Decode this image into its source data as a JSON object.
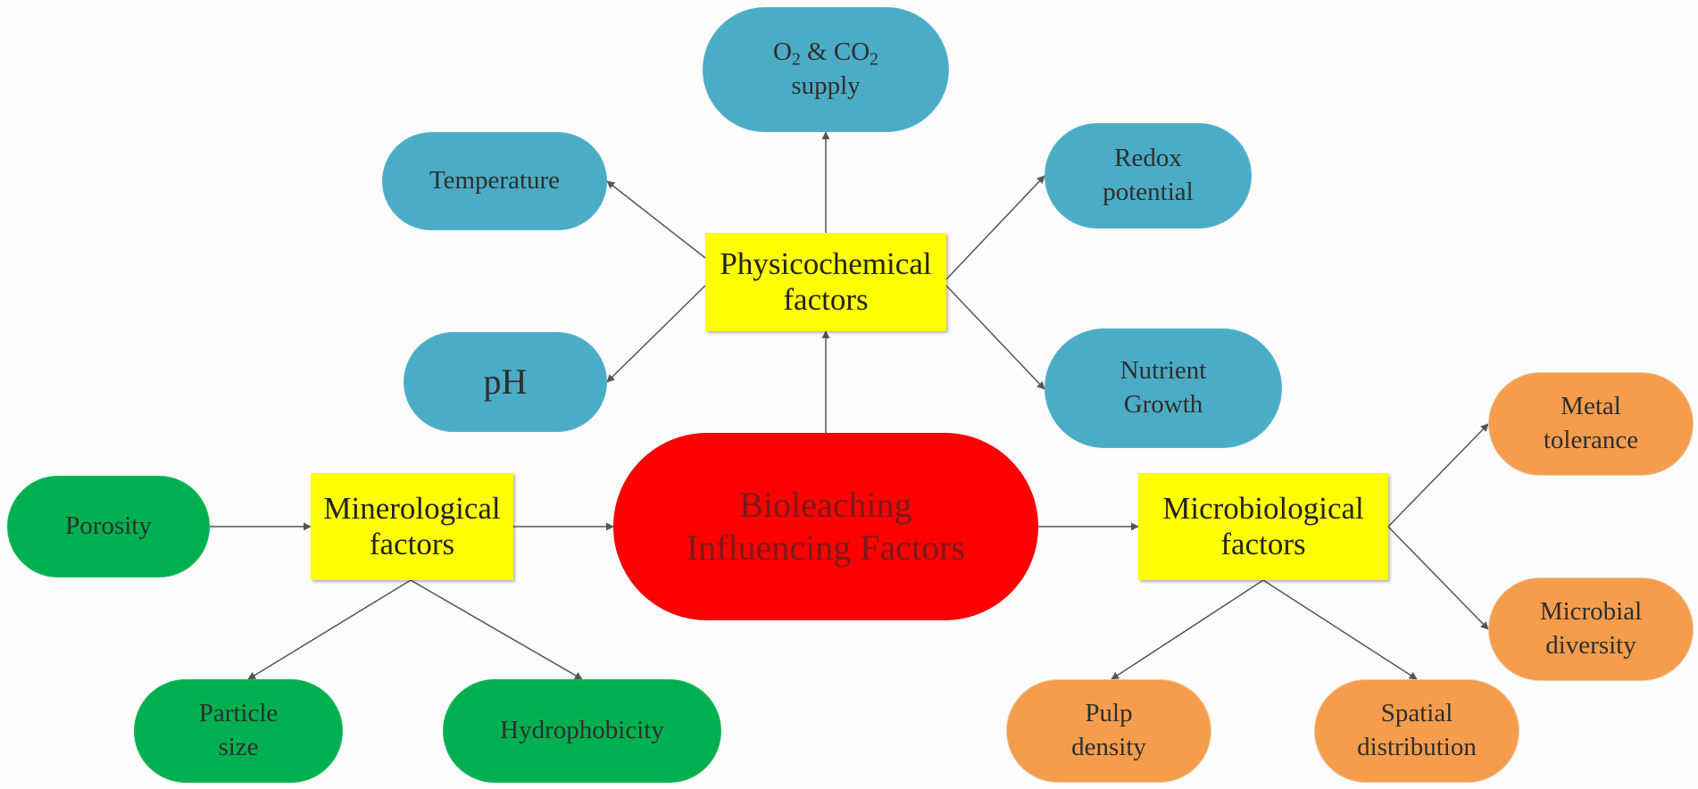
{
  "center": {
    "line1": "Bioleaching",
    "line2": "Influencing Factors"
  },
  "categories": {
    "physicochemical": {
      "line1": "Physicochemical",
      "line2": "factors"
    },
    "minerological": {
      "line1": "Minerological",
      "line2": "factors"
    },
    "microbiological": {
      "line1": "Microbiological",
      "line2": "factors"
    }
  },
  "physicochemical_factors": {
    "o2_co2": {
      "o": "O",
      "sub1": "2",
      "amp": " & CO",
      "sub2": "2",
      "line2": "supply"
    },
    "temperature": "Temperature",
    "redox": {
      "line1": "Redox",
      "line2": "potential"
    },
    "ph": "pH",
    "nutrient": {
      "line1": "Nutrient",
      "line2": "Growth"
    }
  },
  "minerological_factors": {
    "porosity": "Porosity",
    "particle_size": {
      "line1": "Particle",
      "line2": "size"
    },
    "hydrophobicity": "Hydrophobicity"
  },
  "microbiological_factors": {
    "metal_tolerance": {
      "line1": "Metal",
      "line2": "tolerance"
    },
    "microbial_diversity": {
      "line1": "Microbial",
      "line2": "diversity"
    },
    "pulp_density": {
      "line1": "Pulp",
      "line2": "density"
    },
    "spatial_distribution": {
      "line1": "Spatial",
      "line2": "distribution"
    }
  },
  "colors": {
    "physicochemical": "#4bacc6",
    "minerological": "#00b050",
    "microbiological": "#f59d4c",
    "category_box": "#ffff00",
    "center": "#ff0000",
    "arrow": "#555555"
  }
}
